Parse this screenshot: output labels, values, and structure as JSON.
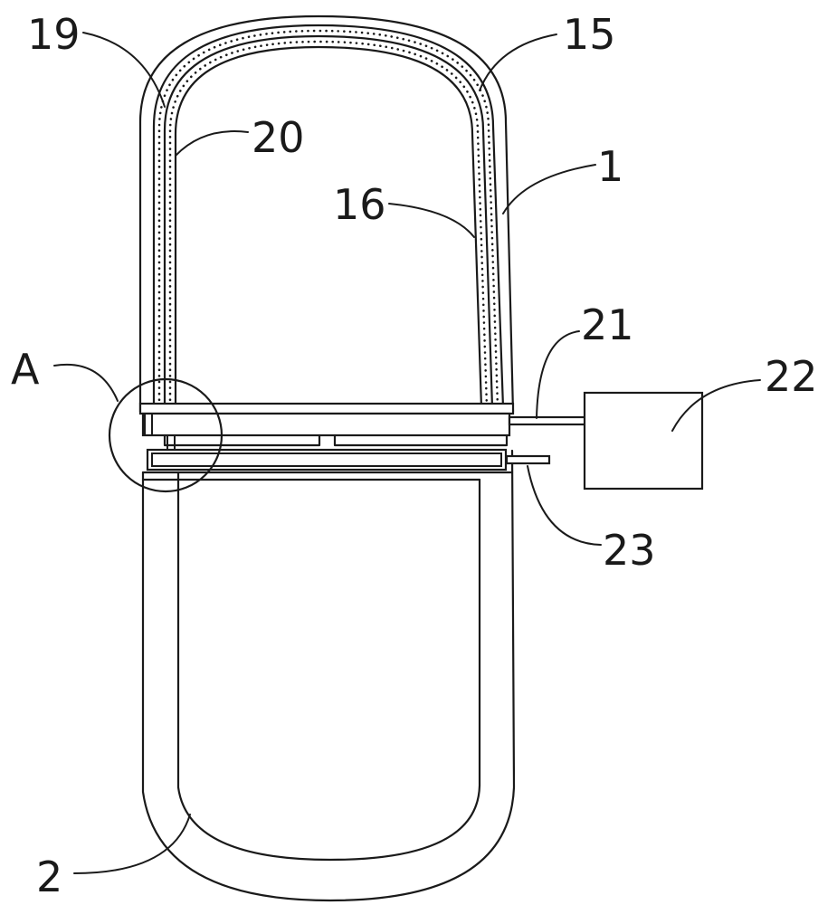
{
  "labels": {
    "l19": "19",
    "l15": "15",
    "l20": "20",
    "l1": "1",
    "l16": "16",
    "lA": "A",
    "l21": "21",
    "l22": "22",
    "l23": "23",
    "l2": "2"
  }
}
